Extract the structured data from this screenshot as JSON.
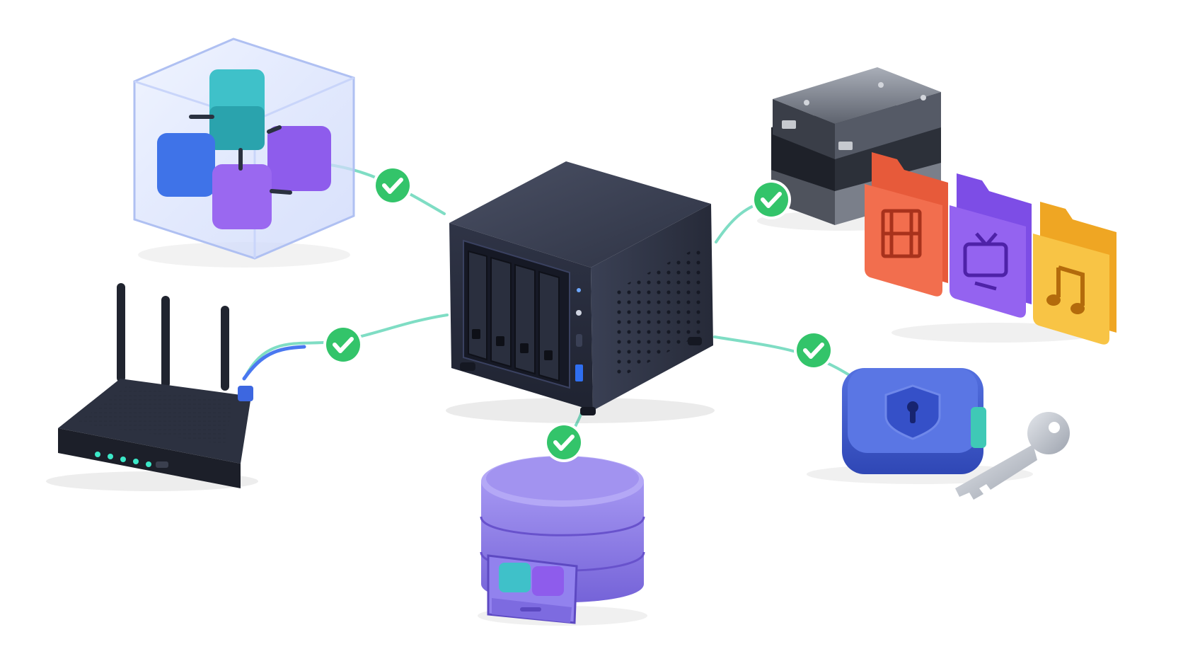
{
  "diagram": {
    "hub": {
      "name": "nas-device",
      "drive_bays": 4
    },
    "nodes": [
      {
        "id": "containers",
        "icon": "container-cube-icon",
        "connected": true
      },
      {
        "id": "router",
        "icon": "wifi-router-icon",
        "connected": true
      },
      {
        "id": "database",
        "icon": "database-drawer-icon",
        "connected": true
      },
      {
        "id": "drives",
        "icon": "hard-drive-stack-icon",
        "connected": true
      },
      {
        "id": "media",
        "icon": "media-folders-icon",
        "connected": true
      },
      {
        "id": "security",
        "icon": "encrypted-key-icon",
        "connected": true
      }
    ],
    "folders": [
      {
        "icon": "film-icon",
        "color": "#EE6A4B"
      },
      {
        "icon": "tv-icon",
        "color": "#8B5CF6"
      },
      {
        "icon": "music-note-icon",
        "color": "#F6BE3C"
      }
    ]
  },
  "colors": {
    "accent_check": "#33C46A",
    "connector": "#7FDDC4",
    "nas_body": "#2B3040",
    "cube_glass": "#DDE6FF",
    "db_purple": "#8E7BE8",
    "lock_blue": "#3E5BD1",
    "key_silver": "#C4C8CF"
  }
}
